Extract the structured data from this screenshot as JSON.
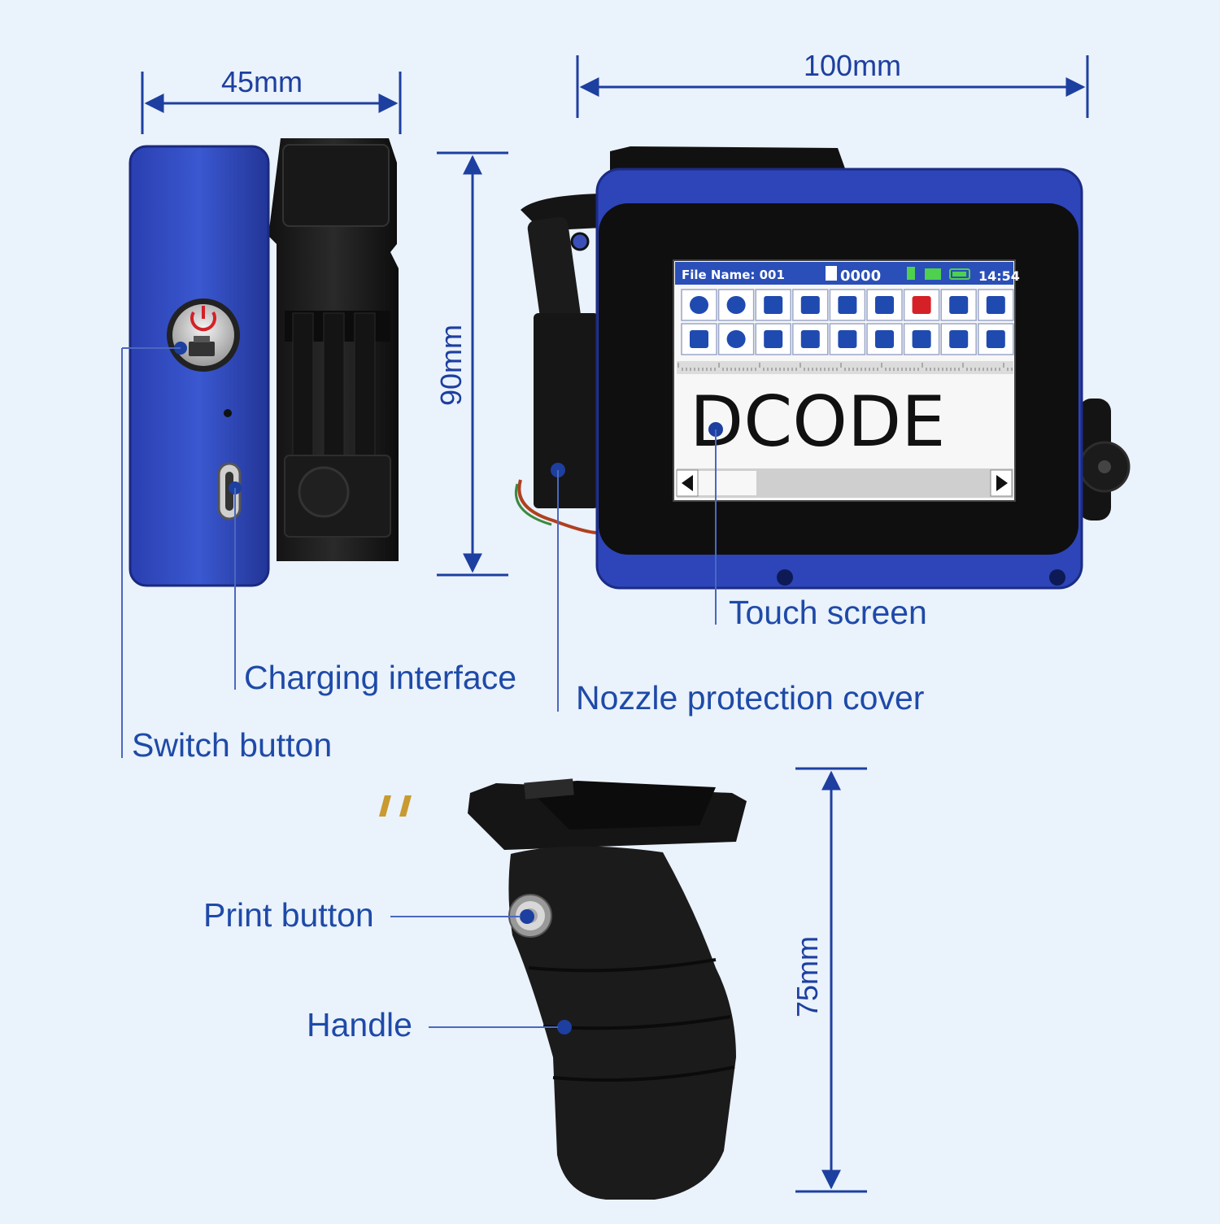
{
  "dimensions": {
    "left_width": "45mm",
    "right_width": "100mm",
    "height": "90mm",
    "handle_height": "75mm"
  },
  "labels": {
    "switch_button": "Switch button",
    "charging_interface": "Charging interface",
    "nozzle_cover": "Nozzle protection cover",
    "touch_screen": "Touch screen",
    "print_button": "Print button",
    "handle": "Handle"
  },
  "screen": {
    "file_name": "File Name: 001",
    "counter": "0000",
    "time": "14:54",
    "display_text": "DCODE",
    "toolbar_row1": [
      "settings-icon",
      "info-icon",
      "folder-icon",
      "new-file-icon",
      "save-icon",
      "copy-icon",
      "lock-icon",
      "trash-icon",
      "dot-matrix-icon"
    ],
    "toolbar_row2": [
      "text-format-icon",
      "clock-icon",
      "serial-number-icon",
      "image-icon",
      "qr-code-icon",
      "cut-icon",
      "move-icon",
      "list-icon",
      "width-icon"
    ]
  },
  "colors": {
    "accent": "#1d3fa0",
    "device_blue": "#2d45b8",
    "screen_header": "#2a4fb8",
    "lock_red": "#d52027"
  }
}
